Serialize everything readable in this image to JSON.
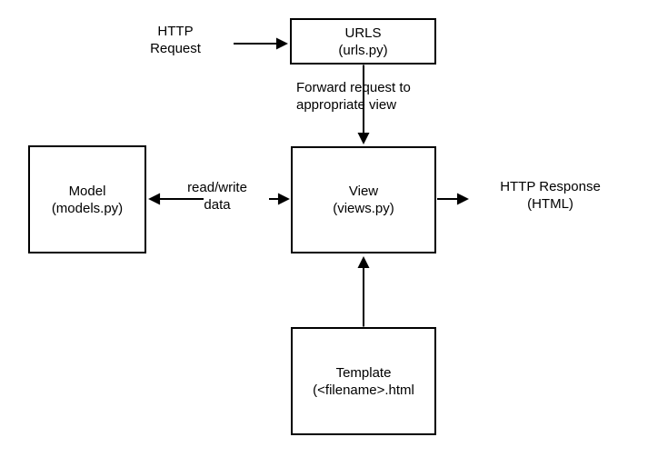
{
  "colors": {
    "background": "#ffffff",
    "line": "#000000",
    "text": "#000000"
  },
  "diagram": {
    "nodes": {
      "urls": {
        "title": "URLS",
        "subtitle": "(urls.py)"
      },
      "model": {
        "title": "Model",
        "subtitle": "(models.py)"
      },
      "view": {
        "title": "View",
        "subtitle": "(views.py)"
      },
      "template": {
        "title": "Template",
        "subtitle": "(<filename>.html"
      }
    },
    "labels": {
      "http_request": {
        "line1": "HTTP",
        "line2": "Request"
      },
      "forward_request": {
        "line1": "Forward request to",
        "line2": "appropriate view"
      },
      "read_write": {
        "line1": "read/write",
        "line2": "data"
      },
      "http_response": {
        "line1": "HTTP Response",
        "line2": "(HTML)"
      }
    }
  }
}
